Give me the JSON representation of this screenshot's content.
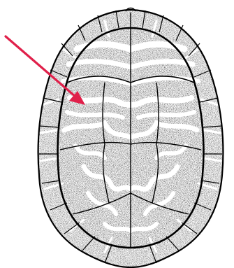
{
  "diagram": {
    "subject": "turtle-carapace-illustration",
    "colors": {
      "background": "#ffffff",
      "outline": "#000000",
      "pattern": "#1a1a1a",
      "arrow": "#e0204a"
    },
    "annotations": [
      {
        "kind": "arrow",
        "target": "vertebral-scute-seam",
        "icon": "pointer-arrow-icon"
      }
    ]
  }
}
